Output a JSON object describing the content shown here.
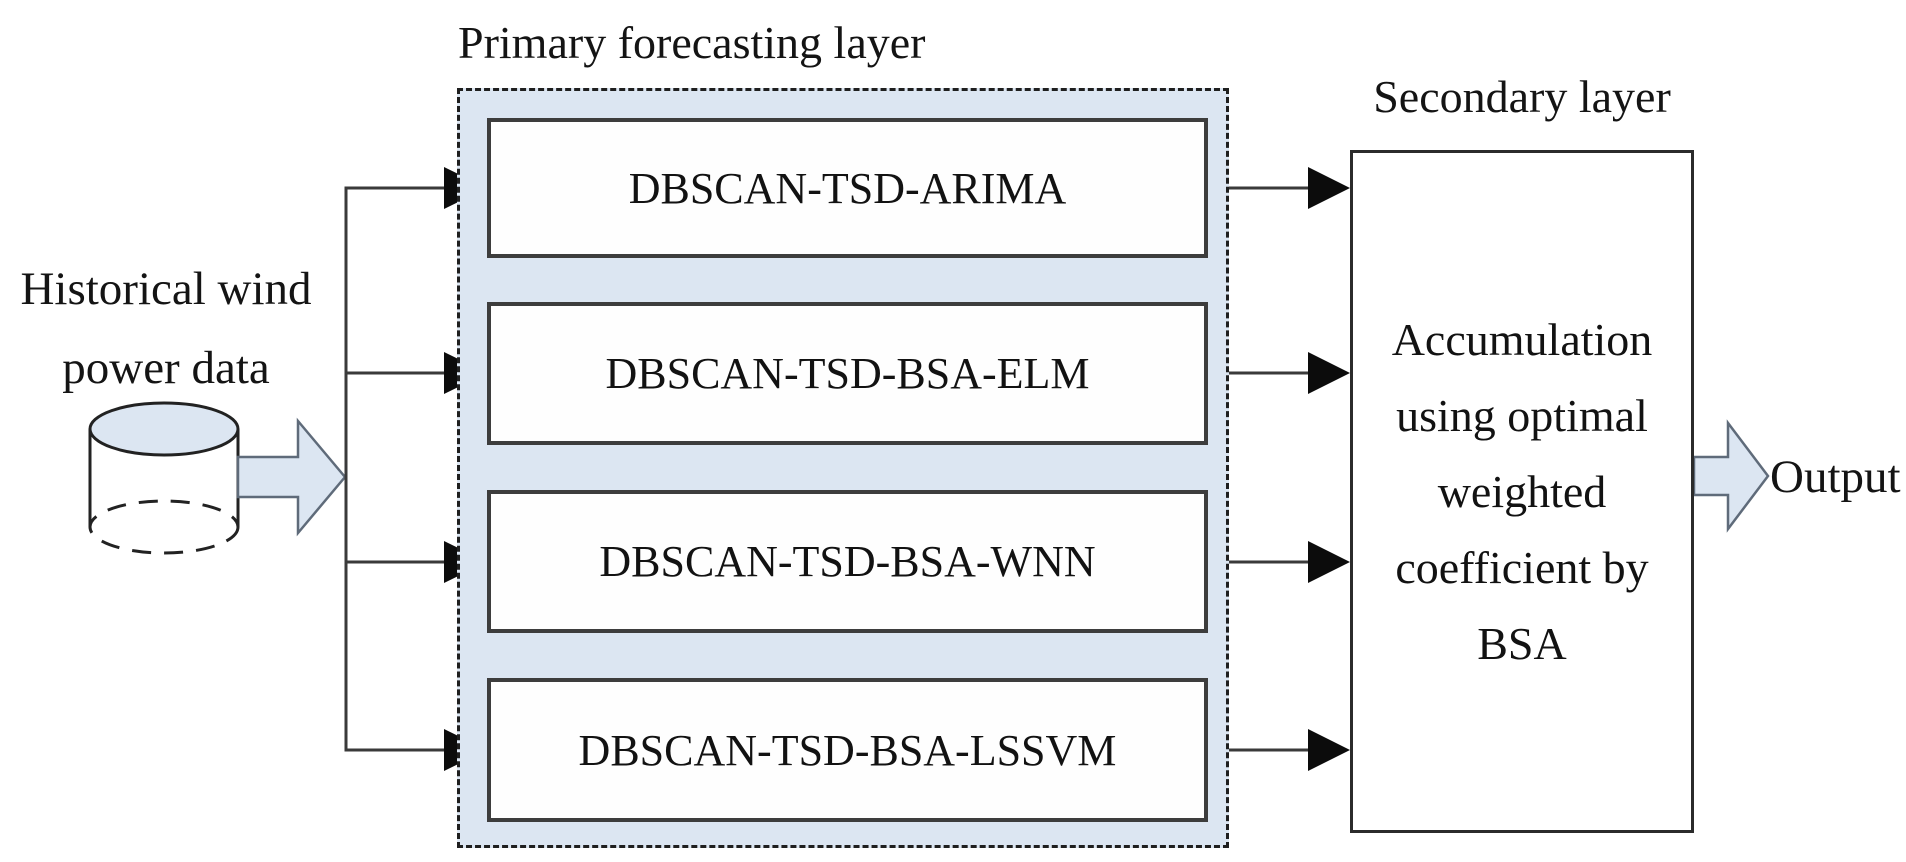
{
  "figure": {
    "source": {
      "label": "Historical wind\npower data",
      "icon": "database-cylinder-icon"
    },
    "primary_layer": {
      "title": "Primary forecasting layer",
      "models": [
        {
          "label": "DBSCAN-TSD-ARIMA"
        },
        {
          "label": "DBSCAN-TSD-BSA-ELM"
        },
        {
          "label": "DBSCAN-TSD-BSA-WNN"
        },
        {
          "label": "DBSCAN-TSD-BSA-LSSVM"
        }
      ]
    },
    "secondary_layer": {
      "title": "Secondary layer",
      "description": "Accumulation\nusing optimal\nweighted\ncoefficient by\nBSA"
    },
    "output": {
      "label": "Output"
    },
    "colors": {
      "panel_fill": "#dce6f2",
      "block_arrow_fill": "#dce6f2",
      "block_arrow_stroke": "#5f6b7a",
      "box_border": "#3d3d3d",
      "line": "#3a3a3a",
      "arrowhead": "#0c0c0c"
    }
  }
}
